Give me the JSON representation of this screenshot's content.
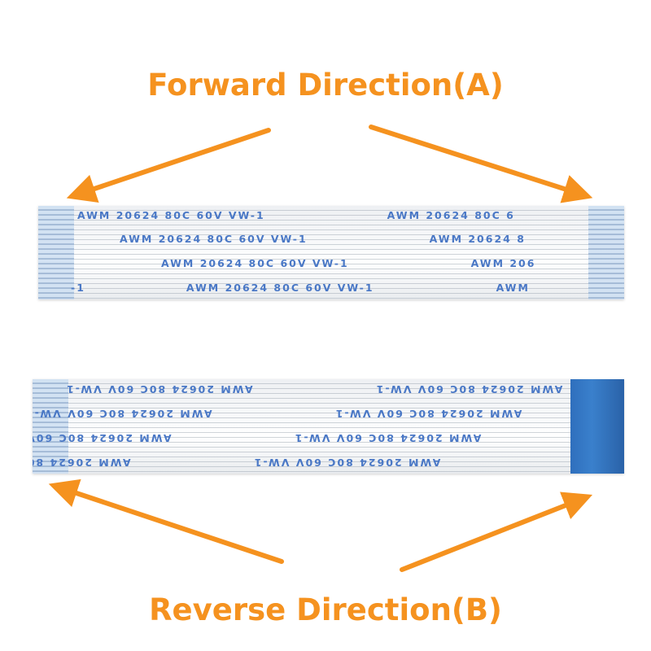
{
  "headings": {
    "forward": "Forward Direction(A)",
    "reverse": "Reverse Direction(B)"
  },
  "cable_print": {
    "text": "AWM   20624   80C   60V   VW-1",
    "fragment_right_1": "AWM   20624   80C   6",
    "fragment_right_2": "AWM   20624   8",
    "fragment_right_3": "AWM   206",
    "fragment_right_4": "AWM",
    "fragment_left": "-1"
  },
  "colors": {
    "accent_orange": "#f5921f",
    "print_blue": "#4a78c6",
    "stiffener_blue": "#2f6fbd"
  }
}
